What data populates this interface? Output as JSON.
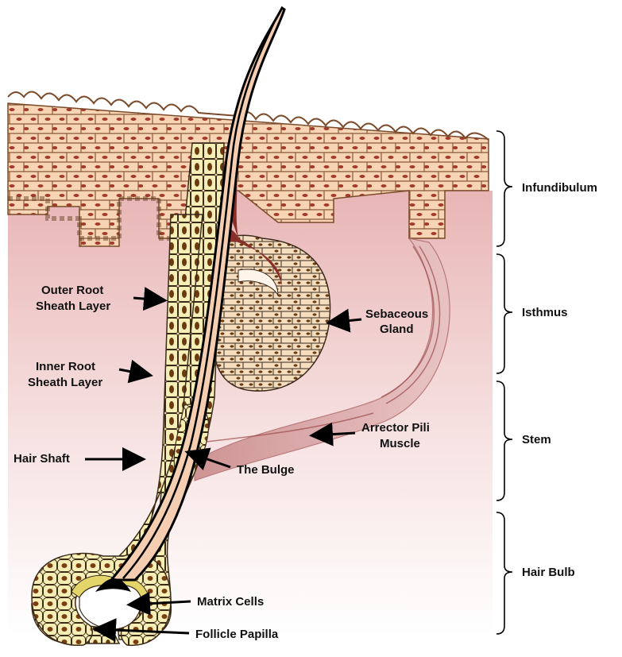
{
  "diagram": {
    "labels": {
      "outer_root_1": "Outer Root",
      "outer_root_2": "Sheath Layer",
      "inner_root_1": "Inner Root",
      "inner_root_2": "Sheath Layer",
      "hair_shaft": "Hair Shaft",
      "sebaceous_1": "Sebaceous",
      "sebaceous_2": "Gland",
      "arrector_1": "Arrector Pili",
      "arrector_2": "Muscle",
      "bulge": "The Bulge",
      "matrix": "Matrix Cells",
      "papilla": "Follicle Papilla"
    },
    "regions": {
      "infundibulum": "Infundibulum",
      "isthmus": "Isthmus",
      "stem": "Stem",
      "hair_bulb": "Hair Bulb"
    },
    "colors": {
      "dermis_top": "#e9b9b9",
      "dermis_bottom": "#ffffff",
      "epidermis_cell": "#f6d4b4",
      "nucleus": "#9b3a2a",
      "root_cell": "#f5f0b8",
      "root_nucleus": "#6b3a10",
      "hair": "#f5cdb0",
      "gland_duct": "#8a2e2a",
      "muscle": "#c98a8a",
      "matrix": "#e3d56a"
    }
  }
}
